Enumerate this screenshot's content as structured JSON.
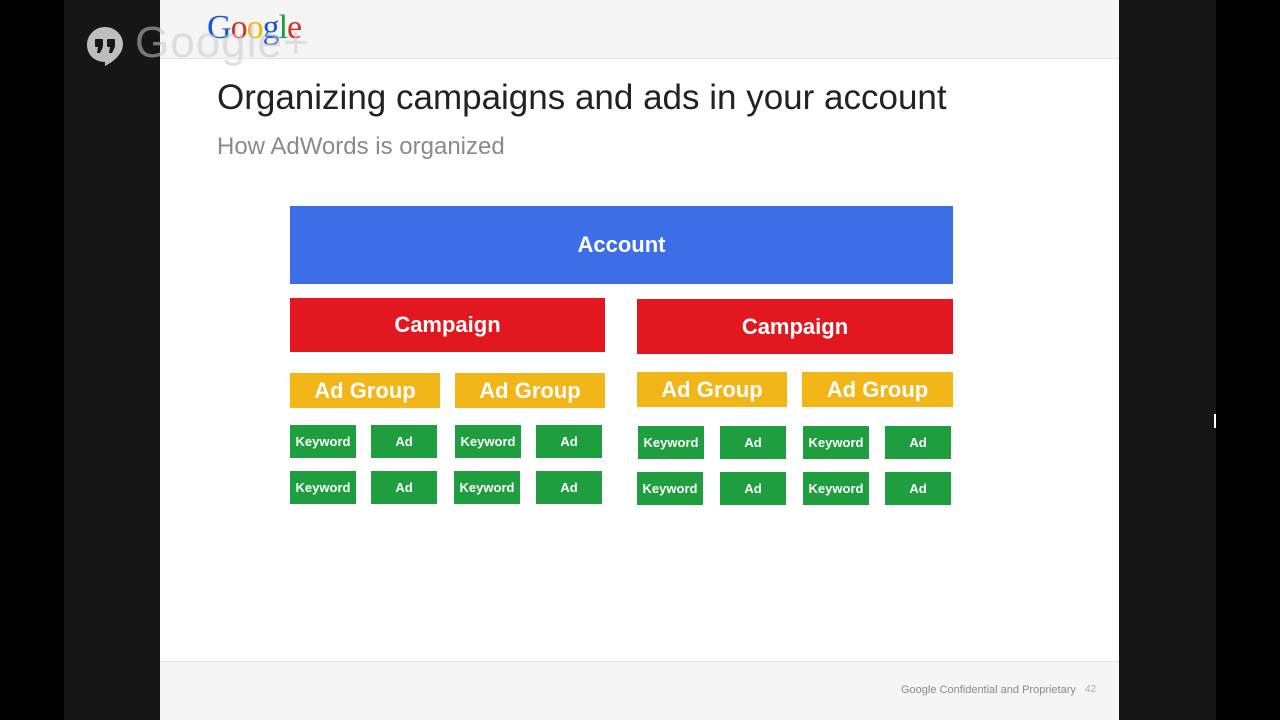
{
  "hangouts": {
    "icon": "hangouts-quote-icon",
    "ghost_label": "Google+"
  },
  "slide": {
    "logo_letters": [
      "G",
      "o",
      "o",
      "g",
      "l",
      "e"
    ],
    "title": "Organizing campaigns and ads in your account",
    "subtitle": "How AdWords is organized",
    "footer": "Google Confidential and Proprietary",
    "page_number": "42"
  },
  "diagram": {
    "account_label": "Account",
    "campaign_label": "Campaign",
    "ad_group_label": "Ad Group",
    "keyword_label": "Keyword",
    "ad_label": "Ad",
    "colors": {
      "account": "#3b6ee7",
      "campaign": "#e2171f",
      "ad_group": "#f2b619",
      "keyword_ad": "#1e9e3e"
    }
  }
}
